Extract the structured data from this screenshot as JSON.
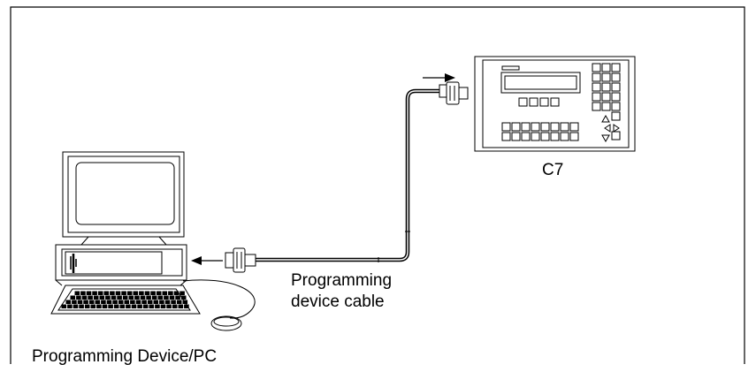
{
  "labels": {
    "c7": "C7",
    "cable_line1": "Programming",
    "cable_line2": "device cable",
    "pc": "Programming Device/PC"
  },
  "icons": [
    "c7-operator-panel-icon",
    "pc-monitor-icon",
    "pc-system-unit-icon",
    "keyboard-icon",
    "mouse-icon",
    "sub-d-connector-icon",
    "arrow-icon"
  ]
}
